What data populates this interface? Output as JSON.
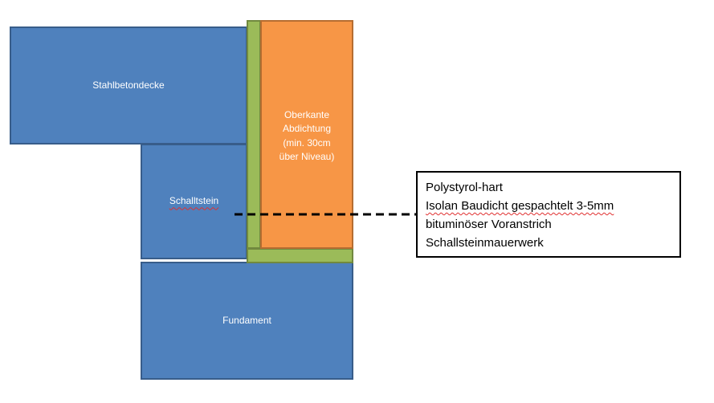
{
  "diagram": {
    "blocks": {
      "slab": "Stahlbetondecke",
      "schallstein": "Schalltstein",
      "fundament": "Fundament",
      "orange": {
        "lines": [
          "Oberkante",
          "Abdichtung",
          "(min. 30cm",
          "über Niveau)"
        ]
      }
    },
    "legend": {
      "lines": [
        "Polystyrol-hart",
        "Isolan Baudicht gespachtelt 3-5mm",
        "bituminöser Voranstrich",
        "Schallsteinmauerwerk"
      ]
    },
    "colors": {
      "concrete": "#4f81bd",
      "insulation": "#9bbb59",
      "waterproofing": "#f79646",
      "leader_line": "#000000"
    }
  }
}
